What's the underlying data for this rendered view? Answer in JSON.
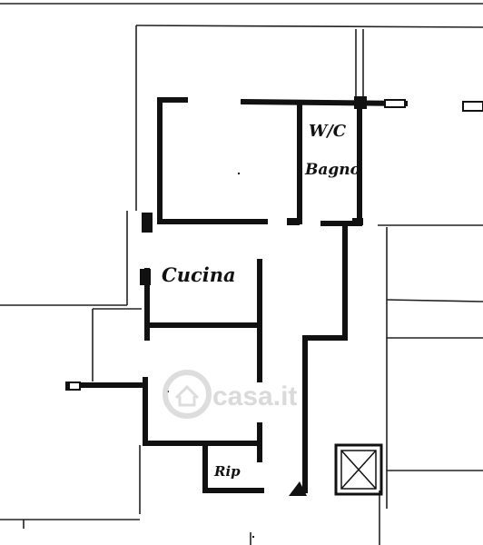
{
  "floor_plan": {
    "rooms": {
      "wc": "W/C",
      "bagno": "Bagno",
      "cucina": "Cucina",
      "ripostiglio": "Rip"
    },
    "watermark": "casa.it"
  }
}
